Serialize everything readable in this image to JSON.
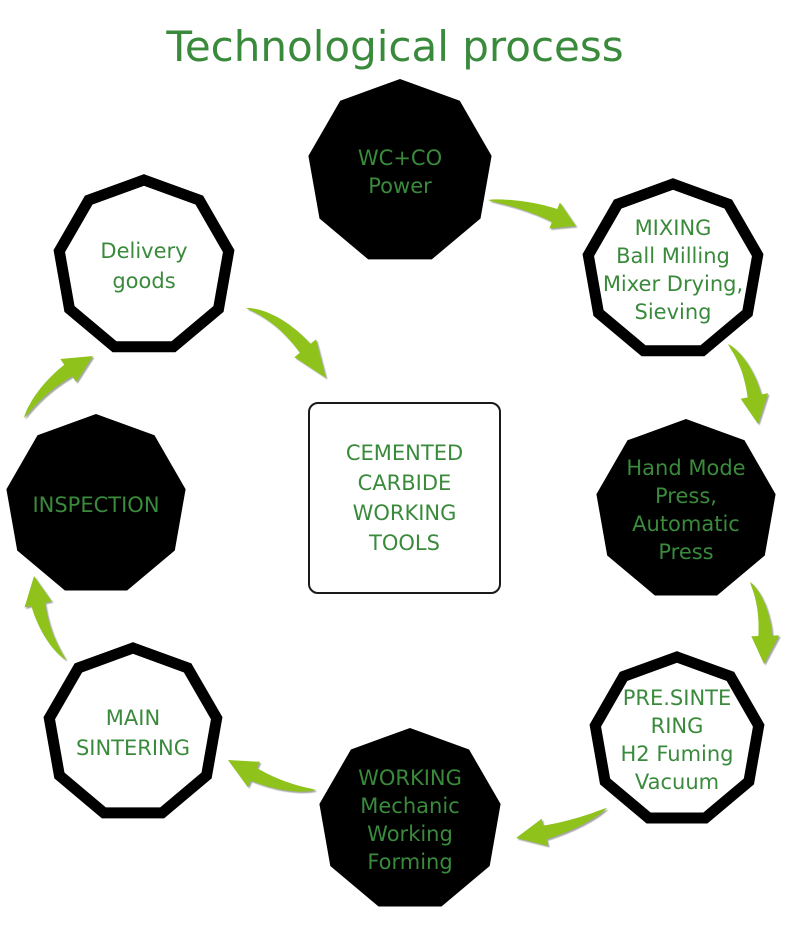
{
  "title": "Technological process",
  "colors": {
    "text_green": "#3a8a3c",
    "arrow_green": "#8fc31f",
    "dark_node": "#000000",
    "light_node_fill": "#ffffff",
    "node_outline": "#000000"
  },
  "center": {
    "lines": [
      "CEMENTED",
      "CARBIDE",
      "WORKING",
      "TOOLS"
    ]
  },
  "steps": [
    {
      "id": "wc-co-power",
      "style": "dark",
      "lines": [
        "WC+CO",
        "Power"
      ]
    },
    {
      "id": "mixing",
      "style": "light",
      "lines": [
        "MIXING",
        "Ball Milling",
        "Mixer Drying,",
        "Sieving"
      ]
    },
    {
      "id": "pressing",
      "style": "dark",
      "lines": [
        "Hand Mode",
        "Press,",
        "Automatic",
        "Press"
      ]
    },
    {
      "id": "pre-sintering",
      "style": "light",
      "lines": [
        "PRE.SINTE",
        "RING",
        "H2 Fuming",
        "Vacuum"
      ]
    },
    {
      "id": "working",
      "style": "dark",
      "lines": [
        "WORKING",
        "Mechanic",
        "Working",
        "Forming"
      ]
    },
    {
      "id": "main-sintering",
      "style": "light",
      "lines": [
        "MAIN",
        "SINTERING"
      ]
    },
    {
      "id": "inspection",
      "style": "dark",
      "lines": [
        "INSPECTION"
      ]
    },
    {
      "id": "delivery-goods",
      "style": "light",
      "lines": [
        "Delivery",
        "goods"
      ]
    }
  ],
  "arrows": [
    {
      "from": "wc-co-power",
      "to": "mixing",
      "direction": "right-down"
    },
    {
      "from": "mixing",
      "to": "pressing",
      "direction": "down"
    },
    {
      "from": "pressing",
      "to": "pre-sintering",
      "direction": "down"
    },
    {
      "from": "pre-sintering",
      "to": "working",
      "direction": "left"
    },
    {
      "from": "working",
      "to": "main-sintering",
      "direction": "left-up"
    },
    {
      "from": "main-sintering",
      "to": "inspection",
      "direction": "up"
    },
    {
      "from": "inspection",
      "to": "delivery-goods",
      "direction": "up-right"
    },
    {
      "from": "delivery-goods",
      "to": "center",
      "direction": "right-down"
    }
  ]
}
